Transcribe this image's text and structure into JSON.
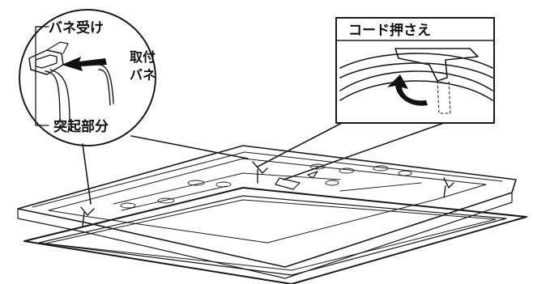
{
  "labels": {
    "spring_receiver": "バネ受け",
    "mounting_spring_line1": "取付",
    "mounting_spring_line2": "バネ",
    "protrusion": "突起部分",
    "cord_holder": "コード押さえ"
  },
  "colors": {
    "line": "#1a1a1a",
    "panel": "#ffffff",
    "arrow": "#111111"
  }
}
